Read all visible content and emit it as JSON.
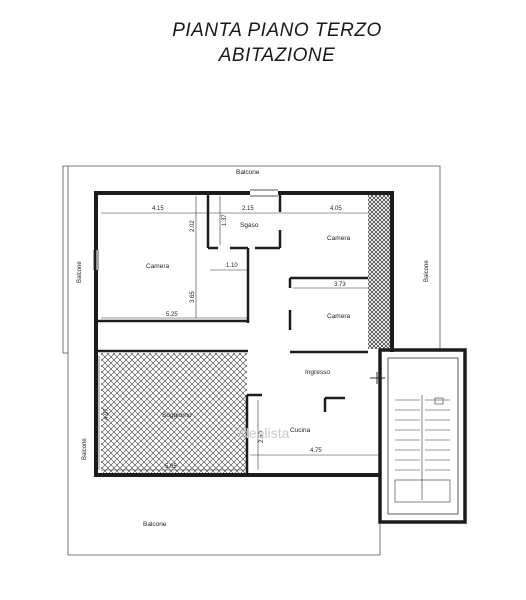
{
  "title": {
    "line1": "PIANTA PIANO TERZO",
    "line2": "ABITAZIONE"
  },
  "rooms": {
    "camera_left": "Camera",
    "ripost": "Sgaso",
    "camera_top_right": "Camera",
    "camera_mid_right": "Camera",
    "ingresso": "Ingresso",
    "soggiorno": "Soggiorno",
    "cucina": "Cucina"
  },
  "balconies": {
    "top": "Balcone",
    "left_upper": "Balcone",
    "left_lower": "Balcone",
    "right": "Balcone",
    "bottom": "Balcone"
  },
  "dimensions": {
    "d_415": "4.15",
    "d_215": "2.15",
    "d_405": "4.05",
    "d_202": "2.02",
    "d_137": "1.37",
    "d_110": "1.10",
    "d_373": "3.73",
    "d_365": "3.65",
    "d_525": "5.25",
    "d_497": "4.97",
    "d_505": "5.05",
    "d_250": "2.50",
    "d_475": "4.75"
  },
  "watermark": "idealista",
  "colors": {
    "wall": "#1c1c1c",
    "hatch": "#3a3a3a",
    "line": "#333333"
  }
}
